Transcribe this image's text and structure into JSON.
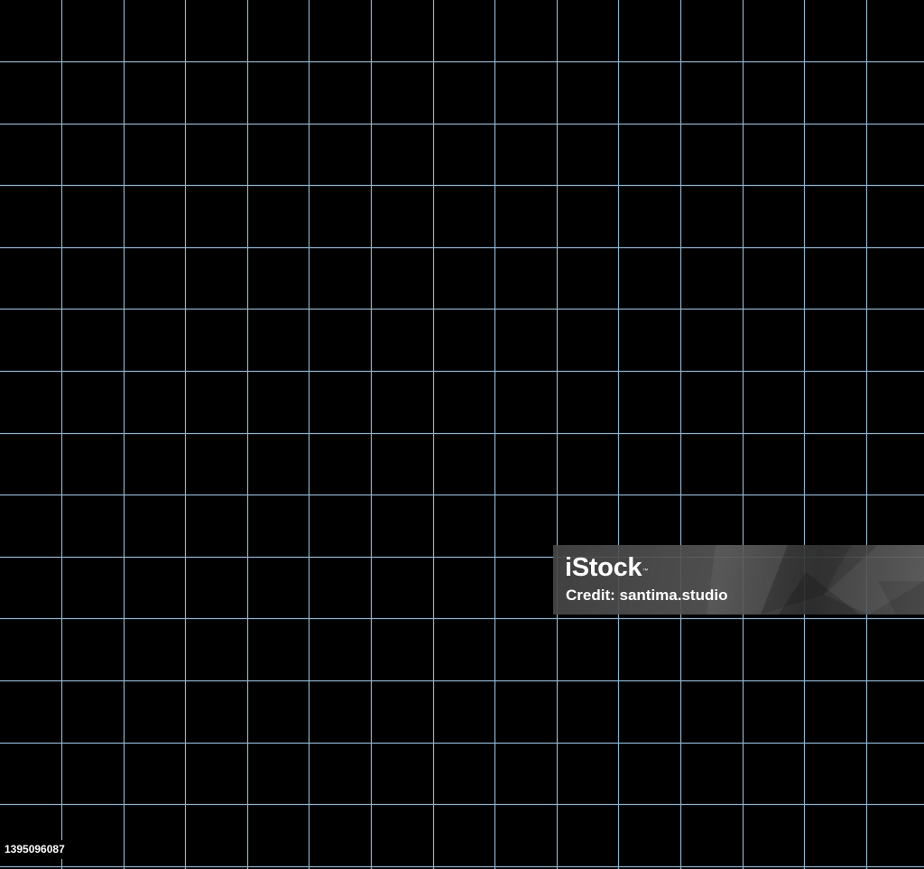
{
  "background_color": "#000000",
  "grid": {
    "line_color": "#8fb2cc",
    "columns": 15,
    "rows": 14
  },
  "watermark": {
    "brand": "iStock",
    "trademark": "™",
    "credit": "Credit: santima.studio"
  },
  "image_id": "1395096087"
}
